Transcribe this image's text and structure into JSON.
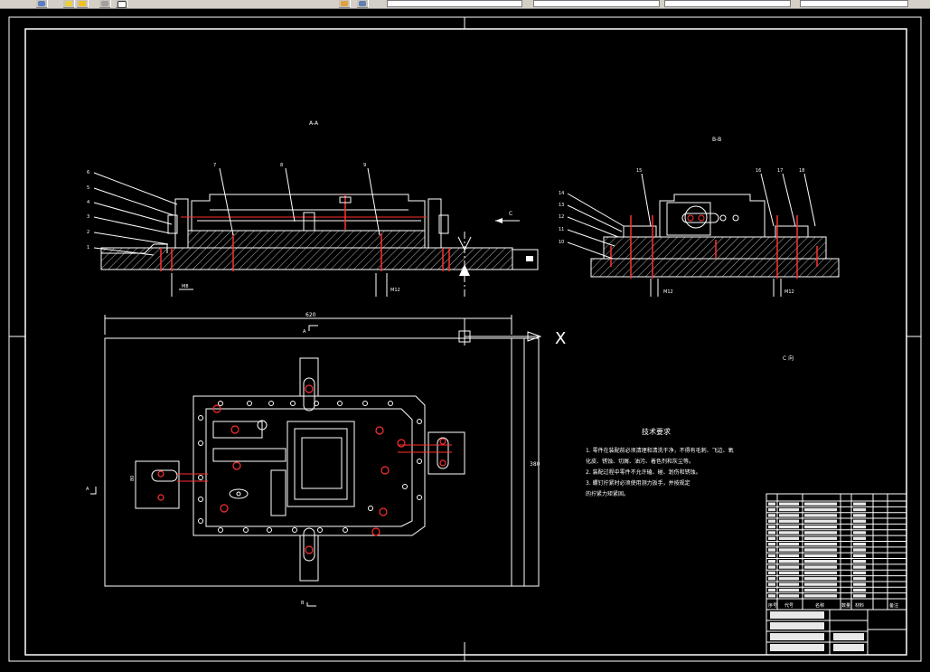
{
  "app": {
    "toolbar_icons": [
      "layer-icon",
      "bulb-icon",
      "sun-icon",
      "lock-icon",
      "color-icon",
      "properties-icon"
    ]
  },
  "drawing": {
    "sections": {
      "aa_label": "A-A",
      "bb_label": "B-B",
      "c_view_label": "C 向",
      "c_arrow_label": "C",
      "a_marker": "A",
      "b_marker": "B"
    },
    "dimensions": {
      "overall_width": "620",
      "left_bolt": "M8",
      "center_bolt": "M12",
      "right_bolt_1": "M12",
      "right_bolt_2": "M12",
      "right_side": "380",
      "clamp_height": "80"
    },
    "callouts_left": [
      "6",
      "5",
      "4",
      "3",
      "2",
      "1"
    ],
    "callouts_top_left": [
      "7",
      "8",
      "9"
    ],
    "callouts_right": [
      "14",
      "13",
      "12",
      "11",
      "10"
    ],
    "callouts_top_right": [
      "15",
      "16",
      "17",
      "18"
    ],
    "ucs_label": "X",
    "tech_req": {
      "title": "技术要求",
      "lines": [
        "1. 零件在装配前必须清理和清洗干净，不得有毛刺、飞边、氧",
        "化皮、锈蚀、切屑、油污、着色剂和灰尘等。",
        "2. 装配过程中零件不允许磕、碰、划伤和锈蚀。",
        "3. 螺钉拧紧时必须使用测力扳手，并按规定",
        "的拧紧力矩紧固。"
      ]
    },
    "title_block": {
      "headers": [
        "序号",
        "代号",
        "名称",
        "数量",
        "材料",
        "备注"
      ]
    }
  }
}
